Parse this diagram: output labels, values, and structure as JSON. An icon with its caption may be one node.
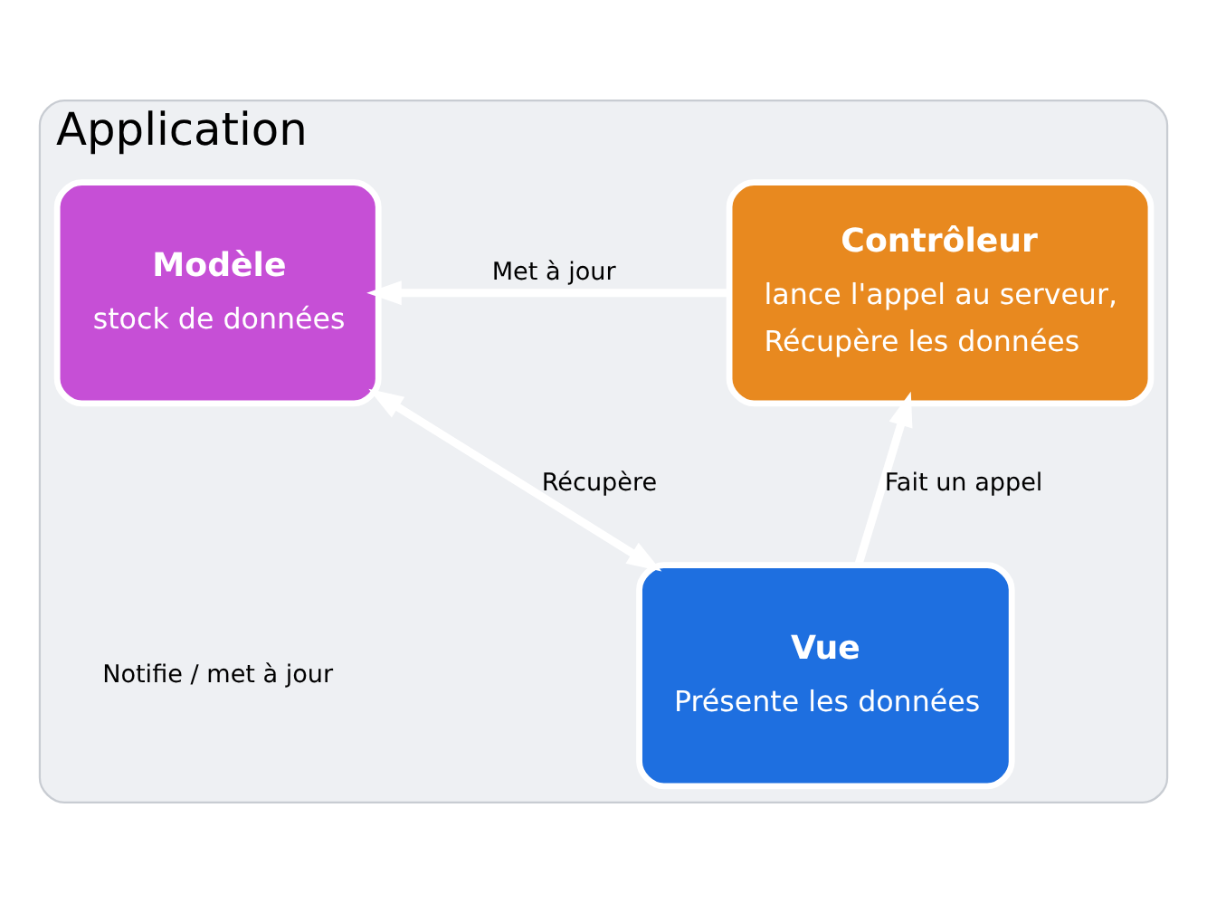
{
  "diagram": {
    "nodes": [
      {
        "text": [
          "Application"
        ]
      },
      {
        "text": [
          "Modèle",
          "stock de données"
        ],
        "in": 0
      },
      {
        "text": [
          "Contrôleur",
          "lance l'appel au serveur,",
          "Récupère les données"
        ],
        "in": 0
      },
      {
        "text": [
          "Vue",
          "Présente les données"
        ],
        "in": 0
      }
    ],
    "edges": [
      {
        "from": 2,
        "to": 1,
        "arrow": "to",
        "label": "Met à jour"
      },
      {
        "from": 1,
        "to": 3,
        "arrow": "both",
        "label": "Récupère"
      },
      {
        "from": 3,
        "to": 2,
        "arrow": "to",
        "label": "Fait un appel"
      }
    ],
    "labels": [
      "Notifie / met à jour"
    ]
  }
}
